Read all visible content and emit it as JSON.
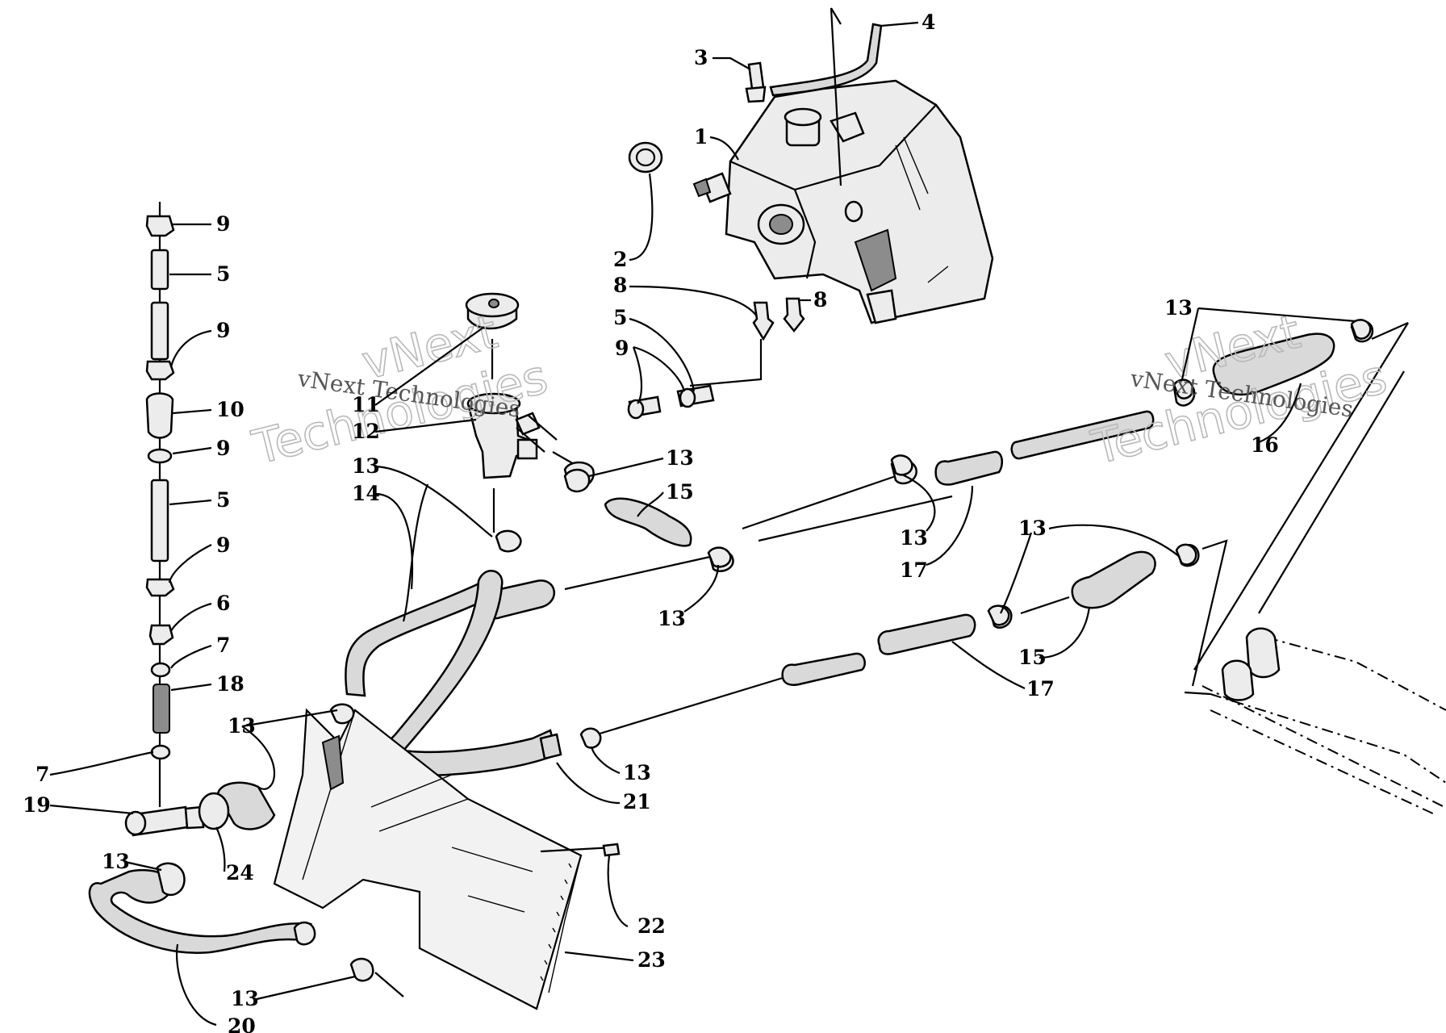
{
  "watermark": {
    "large_line1": "vNext",
    "large_line2": "Technologies",
    "small": "vNext Technologies"
  },
  "callouts": {
    "c1": "1",
    "c2": "2",
    "c3": "3",
    "c4": "4",
    "c5a": "5",
    "c5b": "5",
    "c5c": "5",
    "c6": "6",
    "c7a": "7",
    "c7b": "7",
    "c8a": "8",
    "c8b": "8",
    "c9a": "9",
    "c9b": "9",
    "c9c": "9",
    "c9d": "9",
    "c9e": "9",
    "c10": "10",
    "c11": "11",
    "c12": "12",
    "c13a": "13",
    "c13b": "13",
    "c13c": "13",
    "c13d": "13",
    "c13e": "13",
    "c13f": "13",
    "c13g": "13",
    "c13h": "13",
    "c13i": "13",
    "c13j": "13",
    "c14": "14",
    "c15a": "15",
    "c15b": "15",
    "c16": "16",
    "c17a": "17",
    "c17b": "17",
    "c18": "18",
    "c19": "19",
    "c20": "20",
    "c21": "21",
    "c22": "22",
    "c23": "23",
    "c24": "24"
  }
}
